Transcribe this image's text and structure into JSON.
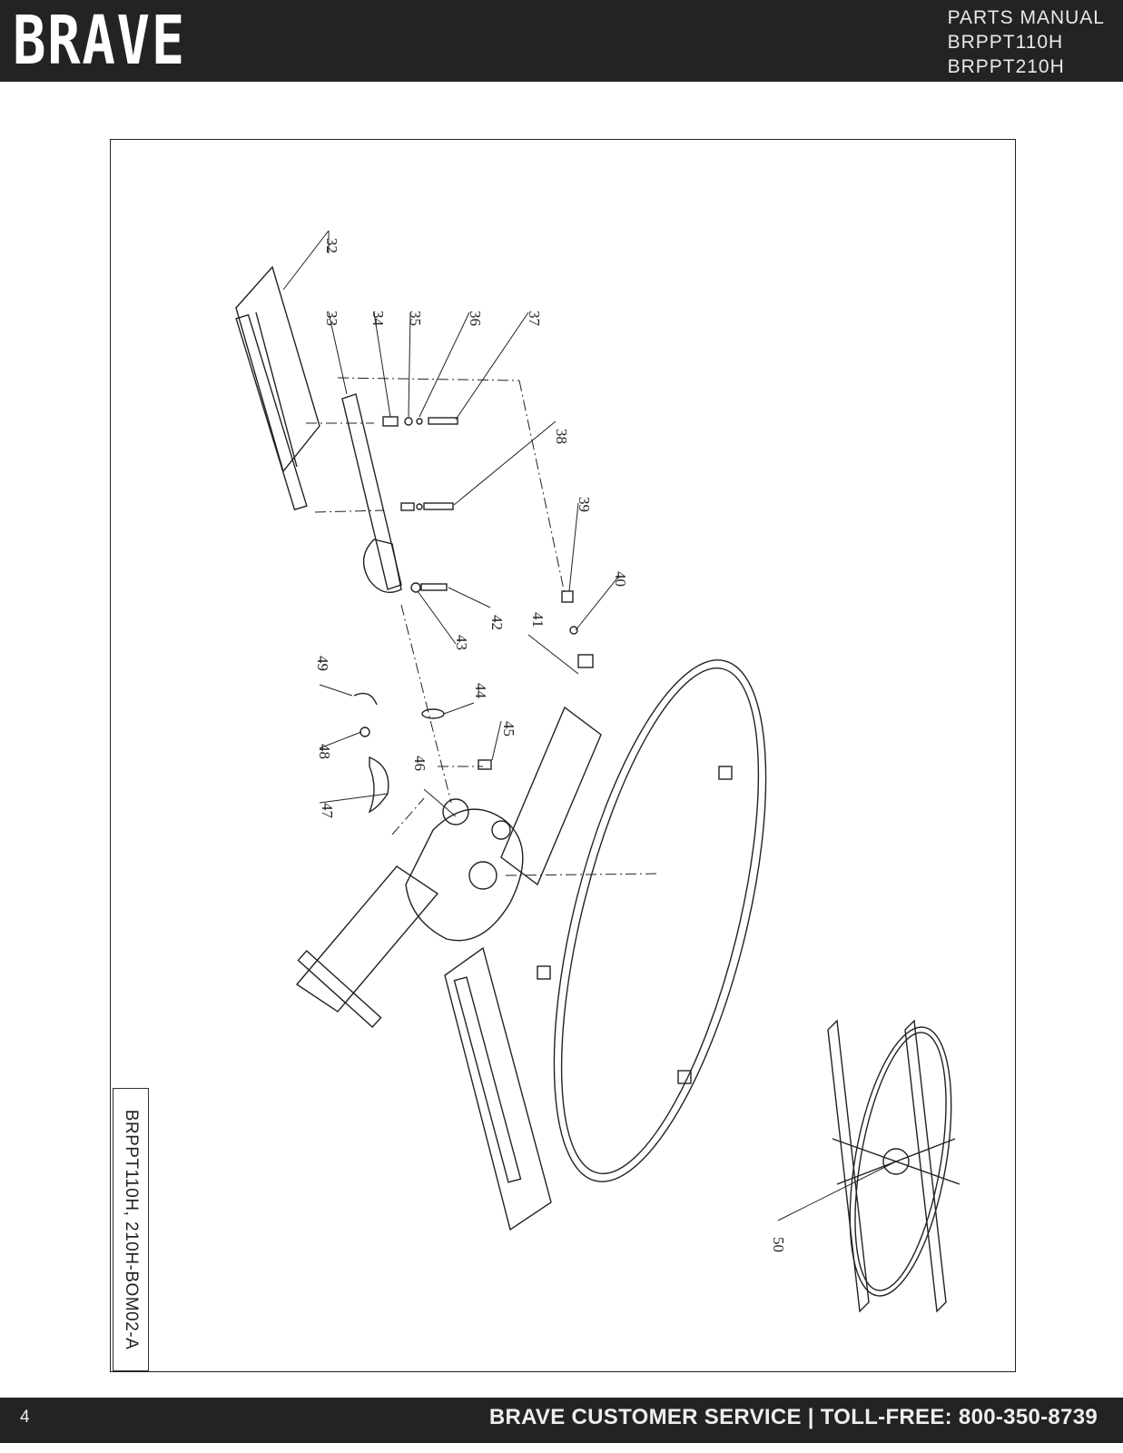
{
  "header": {
    "logo": "BRAVE",
    "doc_type": "PARTS MANUAL",
    "models": [
      "BRPPT110H",
      "BRPPT210H"
    ]
  },
  "diagram": {
    "title_block": "BRPPT110H, 210H-BOM02-A",
    "callouts": [
      "32",
      "33",
      "34",
      "35",
      "36",
      "37",
      "38",
      "39",
      "40",
      "41",
      "42",
      "43",
      "44",
      "45",
      "46",
      "47",
      "48",
      "49",
      "50"
    ]
  },
  "footer": {
    "page_number": "4",
    "service_text": "BRAVE CUSTOMER SERVICE | TOLL-FREE: 800-350-8739"
  },
  "colors": {
    "bar": "#232323",
    "line": "#222222"
  }
}
